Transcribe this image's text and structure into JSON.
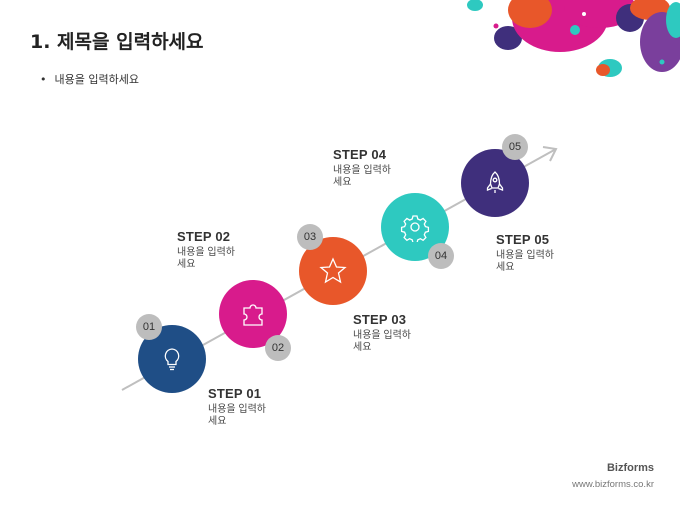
{
  "slide": {
    "title": "1. 제목을 입력하세요",
    "bullet": "내용을 입력하세요"
  },
  "steps": [
    {
      "number": "01",
      "label": "STEP 01",
      "desc": "내용을 입력하세요",
      "color": "#1f4e86",
      "icon": "lightbulb-icon"
    },
    {
      "number": "02",
      "label": "STEP 02",
      "desc": "내용을 입력하세요",
      "color": "#d81b8c",
      "icon": "puzzle-icon"
    },
    {
      "number": "03",
      "label": "STEP 03",
      "desc": "내용을 입력하세요",
      "color": "#e8572a",
      "icon": "star-icon"
    },
    {
      "number": "04",
      "label": "STEP 04",
      "desc": "내용을 입력하세요",
      "color": "#2ec9c0",
      "icon": "gear-icon"
    },
    {
      "number": "05",
      "label": "STEP 05",
      "desc": "내용을 입력하세요",
      "color": "#3f2f7c",
      "icon": "rocket-icon"
    }
  ],
  "footer": {
    "brand": "Bizforms",
    "url": "www.bizforms.co.kr"
  },
  "colors": {
    "arrow": "#bfbfbf",
    "number_badge": "#bdbdbd"
  }
}
